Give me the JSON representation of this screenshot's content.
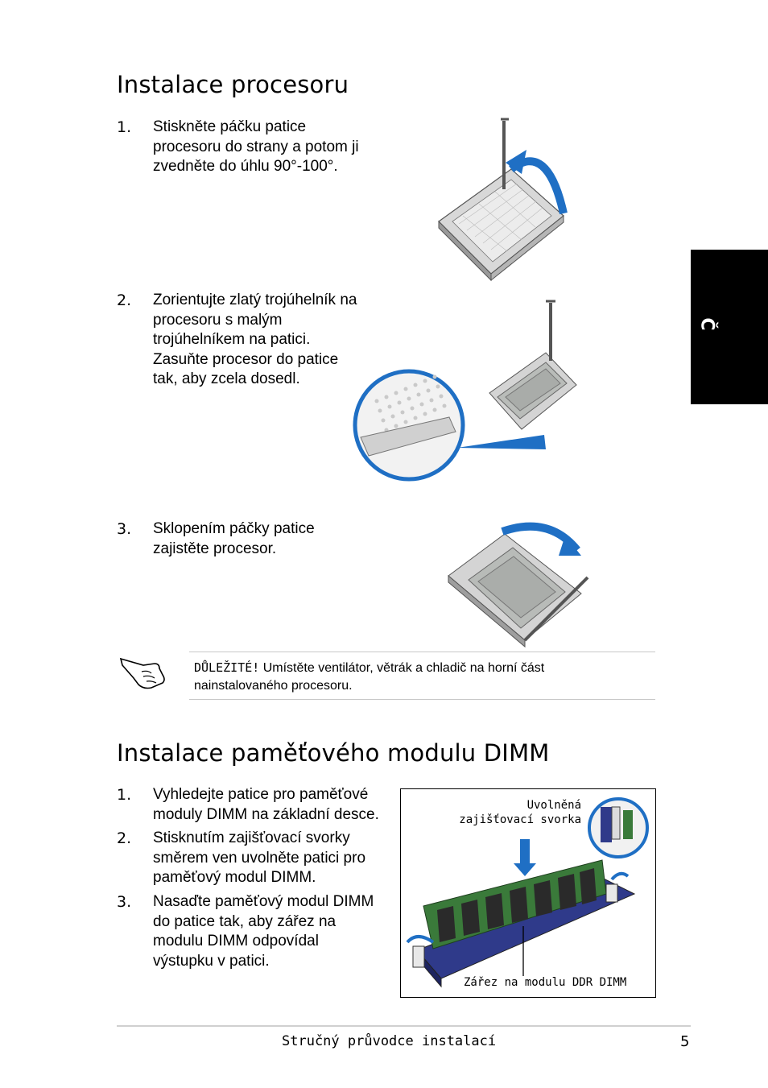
{
  "section1": {
    "title": "Instalace procesoru",
    "steps": [
      {
        "num": "1.",
        "lines": [
          "Stiskněte páčku patice",
          "procesoru do strany a potom ji",
          "zvedněte do úhlu 90°-100°."
        ]
      },
      {
        "num": "2.",
        "lines": [
          "Zorientujte zlatý trojúhelník na",
          "procesoru s malým",
          "trojúhelníkem na patici.",
          "Zasuňte procesor do patice",
          "tak, aby zcela dosedl."
        ]
      },
      {
        "num": "3.",
        "lines": [
          "Sklopením páčky patice",
          "zajistěte procesor."
        ]
      }
    ]
  },
  "side_tab": {
    "letter": "Č"
  },
  "note": {
    "label": "DŮLEŽITÉ!",
    "text_line1": " Umístěte ventilátor, větrák a chladič na horní část",
    "text_line2": "nainstalovaného procesoru."
  },
  "section2": {
    "title": "Instalace paměťového modulu DIMM",
    "steps": [
      {
        "num": "1.",
        "lines": [
          "Vyhledejte patice pro paměťové",
          "moduly DIMM na základní desce."
        ]
      },
      {
        "num": "2.",
        "lines": [
          "Stisknutím zajišťovací svorky",
          "směrem ven uvolněte patici pro",
          "paměťový modul DIMM."
        ]
      },
      {
        "num": "3.",
        "lines": [
          "Nasaďte paměťový modul DIMM",
          "do patice tak, aby zářez na",
          "modulu DIMM odpovídal",
          "výstupku v patici."
        ]
      }
    ]
  },
  "dimm_figure": {
    "label_top_line1": "Uvolněná",
    "label_top_line2": "zajišťovací svorka",
    "label_bottom": "Zářez na modulu DDR DIMM"
  },
  "footer": {
    "title": "Stručný průvodce instalací",
    "page": "5"
  },
  "colors": {
    "arrow_blue": "#1f6fc4",
    "tab_black": "#000000",
    "socket_grey": "#dcdcdc",
    "dimm_green": "#3a7a3a"
  }
}
